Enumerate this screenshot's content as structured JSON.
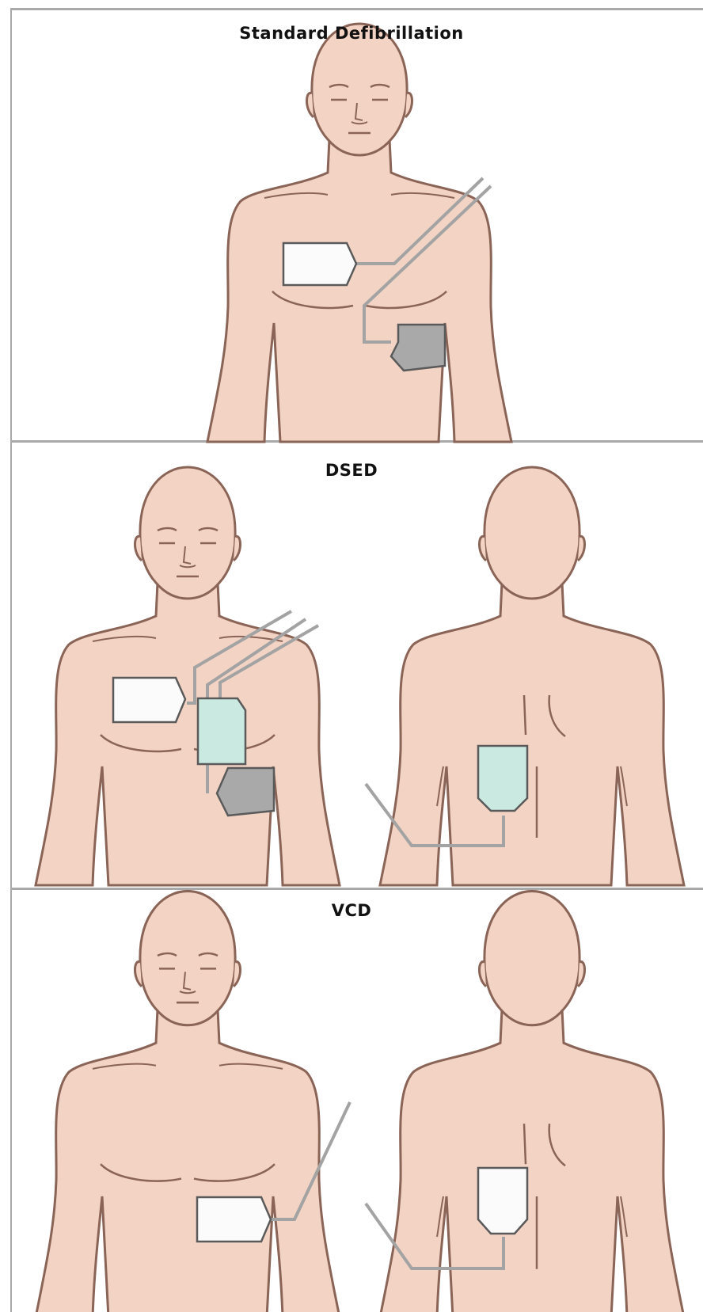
{
  "panels": [
    {
      "title": "Standard Defibrillation"
    },
    {
      "title": "DSED"
    },
    {
      "title": "VCD"
    }
  ],
  "colors": {
    "skin": "#f2d3c4",
    "skin_outline": "#8a6456",
    "pad_white": "#fbfbfb",
    "pad_gray": "#a9a9a9",
    "pad_teal": "#c9e9e1",
    "cable": "#a3a3a3",
    "border": "#a9a9a9"
  },
  "icons": [
    "front-torso-figure",
    "back-torso-figure",
    "defibrillator-pad",
    "cable"
  ]
}
